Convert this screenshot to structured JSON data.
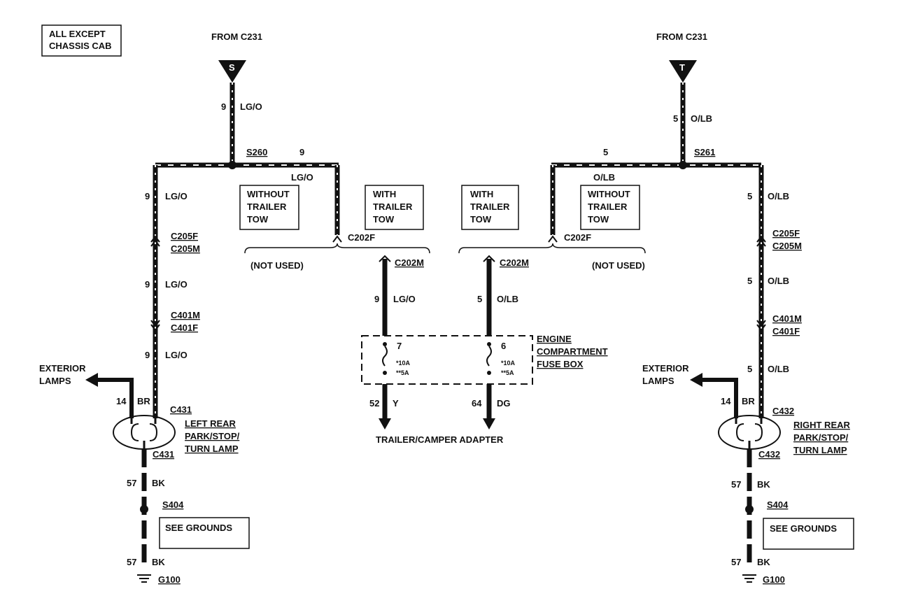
{
  "header": {
    "scope_box": [
      "ALL EXCEPT",
      "CHASSIS CAB"
    ]
  },
  "left": {
    "from_label": "FROM C231",
    "terminal": "S",
    "feed_gauge": "9",
    "feed_color": "LG/O",
    "splice": "S260",
    "branch_gauge": "9",
    "branch_color": "LG/O",
    "vertical_gauge": "9",
    "vertical_color": "LG/O",
    "without_tow_box": [
      "WITHOUT",
      "TRAILER",
      "TOW"
    ],
    "with_tow_box": [
      "WITH",
      "TRAILER",
      "TOW"
    ],
    "c202f": "C202F",
    "not_used": "(NOT USED)",
    "c205f": "C205F",
    "c205m": "C205M",
    "mid_gauge": "9",
    "mid_color": "LG/O",
    "c401m": "C401M",
    "c401f": "C401F",
    "low_gauge": "9",
    "low_color": "LG/O",
    "exterior_lamps": [
      "EXTERIOR",
      "LAMPS"
    ],
    "br_gauge": "14",
    "br_color": "BR",
    "lamp_connector_top": "C431",
    "lamp_label": [
      "LEFT REAR",
      "PARK/STOP/",
      "TURN LAMP"
    ],
    "lamp_connector_bottom": "C431",
    "ground_gauge": "57",
    "ground_color": "BK",
    "ground_splice": "S404",
    "see_grounds": "SEE GROUNDS",
    "ground2_gauge": "57",
    "ground2_color": "BK",
    "ground_point": "G100"
  },
  "center": {
    "left_connector": "C202M",
    "left_gauge": "9",
    "left_color": "LG/O",
    "right_connector": "C202M",
    "right_gauge": "5",
    "right_color": "O/LB",
    "fuse_left_number": "7",
    "fuse_right_number": "6",
    "fuse_left_ratings": [
      "*10A",
      "**5A"
    ],
    "fuse_right_ratings": [
      "*10A",
      "**5A"
    ],
    "fuse_box_label": [
      "ENGINE",
      "COMPARTMENT",
      "FUSE BOX"
    ],
    "out_left_gauge": "52",
    "out_left_color": "Y",
    "out_right_gauge": "64",
    "out_right_color": "DG",
    "adapter_label": "TRAILER/CAMPER ADAPTER"
  },
  "right": {
    "from_label": "FROM C231",
    "terminal": "T",
    "feed_gauge": "5",
    "feed_color": "O/LB",
    "splice": "S261",
    "branch_gauge": "5",
    "branch_color": "O/LB",
    "vertical_gauge": "5",
    "vertical_color": "O/LB",
    "with_tow_box": [
      "WITH",
      "TRAILER",
      "TOW"
    ],
    "without_tow_box": [
      "WITHOUT",
      "TRAILER",
      "TOW"
    ],
    "c202f": "C202F",
    "not_used": "(NOT USED)",
    "c205f": "C205F",
    "c205m": "C205M",
    "mid_gauge": "5",
    "mid_color": "O/LB",
    "c401m": "C401M",
    "c401f": "C401F",
    "low_gauge": "5",
    "low_color": "O/LB",
    "exterior_lamps": [
      "EXTERIOR",
      "LAMPS"
    ],
    "br_gauge": "14",
    "br_color": "BR",
    "lamp_connector_top": "C432",
    "lamp_label": [
      "RIGHT REAR",
      "PARK/STOP/",
      "TURN LAMP"
    ],
    "lamp_connector_bottom": "C432",
    "ground_gauge": "57",
    "ground_color": "BK",
    "ground_splice": "S404",
    "see_grounds": "SEE GROUNDS",
    "ground2_gauge": "57",
    "ground2_color": "BK",
    "ground_point": "G100"
  }
}
